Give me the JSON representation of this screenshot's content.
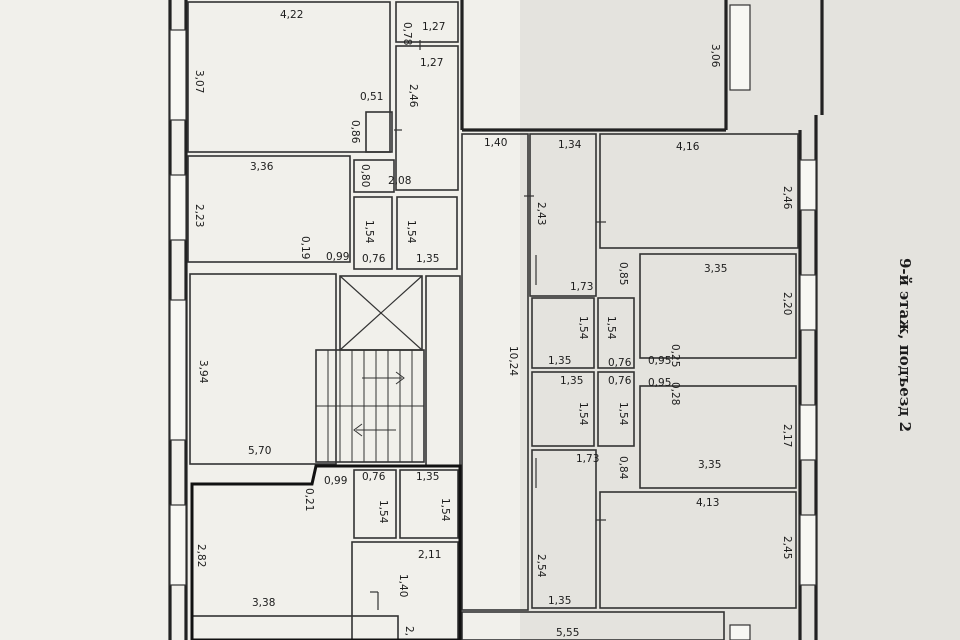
{
  "floor_caption": "9-й этаж, подъезд 2",
  "colors": {
    "paper": "#f1f0eb",
    "wall": "#222222"
  },
  "dimensions": {
    "d422": "4,22",
    "d078": "0,78",
    "d127a": "1,27",
    "d127b": "1,27",
    "d307": "3,07",
    "d051": "0,51",
    "d246": "2,46",
    "d086": "0,86",
    "d306": "3,06",
    "d140a": "1,40",
    "d134": "1,34",
    "d416": "4,16",
    "d336": "3,36",
    "d080": "0,80",
    "d208": "2,08",
    "d243": "2,43",
    "d246b": "2,46",
    "d223": "2,23",
    "d154a": "1,54",
    "d154b": "1,54",
    "d019": "0,19",
    "d099a": "0,99",
    "d076a": "0,76",
    "d135a": "1,35",
    "d173a": "1,73",
    "d085": "0,85",
    "d335a": "3,35",
    "d220": "2,20",
    "d1024": "10,24",
    "d154c": "1,54",
    "d154d": "1,54",
    "d394": "3,94",
    "d135b": "1,35",
    "d076b": "0,76",
    "d095a": "0,95",
    "d025": "0,25",
    "d135c": "1,35",
    "d076c": "0,76",
    "d095b": "0,95",
    "d028": "0,28",
    "d154e": "1,54",
    "d154f": "1,54",
    "d217": "2,17",
    "d570": "5,70",
    "d173b": "1,73",
    "d084": "0,84",
    "d335b": "3,35",
    "d099b": "0,99",
    "d076d": "0,76",
    "d135d": "1,35",
    "d021": "0,21",
    "d154g": "1,54",
    "d154h": "1,54",
    "d413": "4,13",
    "d282": "2,82",
    "d211": "2,11",
    "d254": "2,54",
    "d245": "2,45",
    "d140b": "1,40",
    "d338": "3,38",
    "d135e": "1,35",
    "d555": "5,55",
    "d2x": "2,"
  }
}
